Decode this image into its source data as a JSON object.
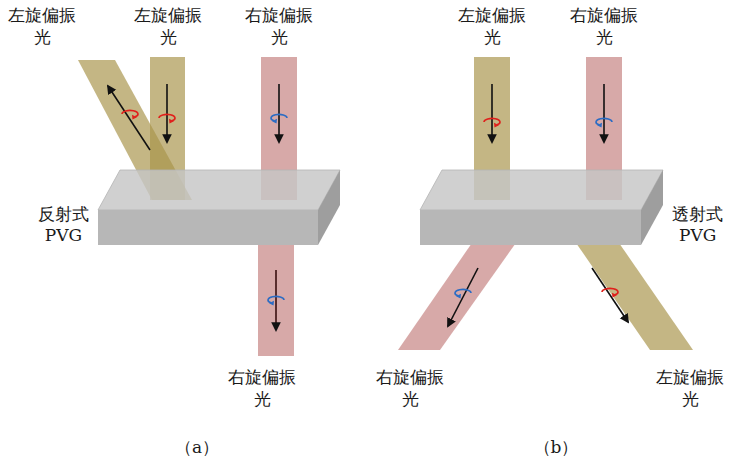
{
  "diagram": {
    "nodes": [
      {
        "text": [
          "反射式 PVG"
        ]
      },
      {
        "text": [
          "透射式 PVG"
        ]
      }
    ],
    "labels": [
      "左旋偏振光",
      "左旋偏振光",
      "右旋偏振光",
      "右旋偏振光",
      "（a）",
      "左旋偏振光",
      "右旋偏振光",
      "右旋偏振光",
      "左旋偏振光",
      "（b）"
    ]
  }
}
